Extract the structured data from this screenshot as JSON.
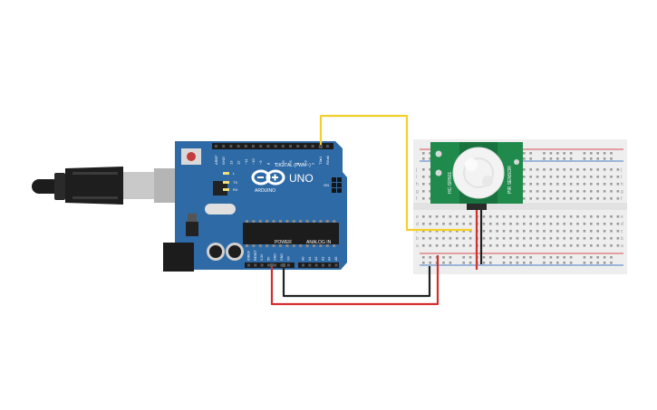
{
  "arduino": {
    "brand": "ARDUINO",
    "model": "UNO",
    "digital_label": "DIGITAL (PWM~)",
    "power_label": "POWER",
    "analog_label": "ANALOG IN",
    "tx_label": "TX",
    "rx_label": "RX",
    "l_label": "L",
    "on_label": "ON",
    "top_pin_labels": [
      "AREF",
      "GND",
      "13",
      "12",
      "~11",
      "~10",
      "~9",
      "8",
      "7",
      "~6",
      "~5",
      "4",
      "~3",
      "2",
      "TX▸1",
      "RX◂0"
    ],
    "power_pin_labels": [
      "IOREF",
      "RESET",
      "3.3V",
      "5V",
      "GND",
      "GND",
      "Vin"
    ],
    "analog_pin_labels": [
      "A0",
      "A1",
      "A2",
      "A3",
      "A4",
      "A5"
    ]
  },
  "pir_sensor": {
    "left_label": "HC-SR501",
    "right_label": "PIR SENSOR"
  },
  "breadboard": {
    "row_letters_top": [
      "j",
      "i",
      "h",
      "g",
      "f"
    ],
    "row_letters_bottom": [
      "e",
      "d",
      "c",
      "b",
      "a"
    ]
  },
  "wires": {
    "signal_color": "#f2d02b",
    "ground_color": "#222222",
    "power_color": "#d32f2f"
  },
  "colors": {
    "board_blue": "#2e6aa6",
    "sensor_green": "#1f8a4c"
  }
}
